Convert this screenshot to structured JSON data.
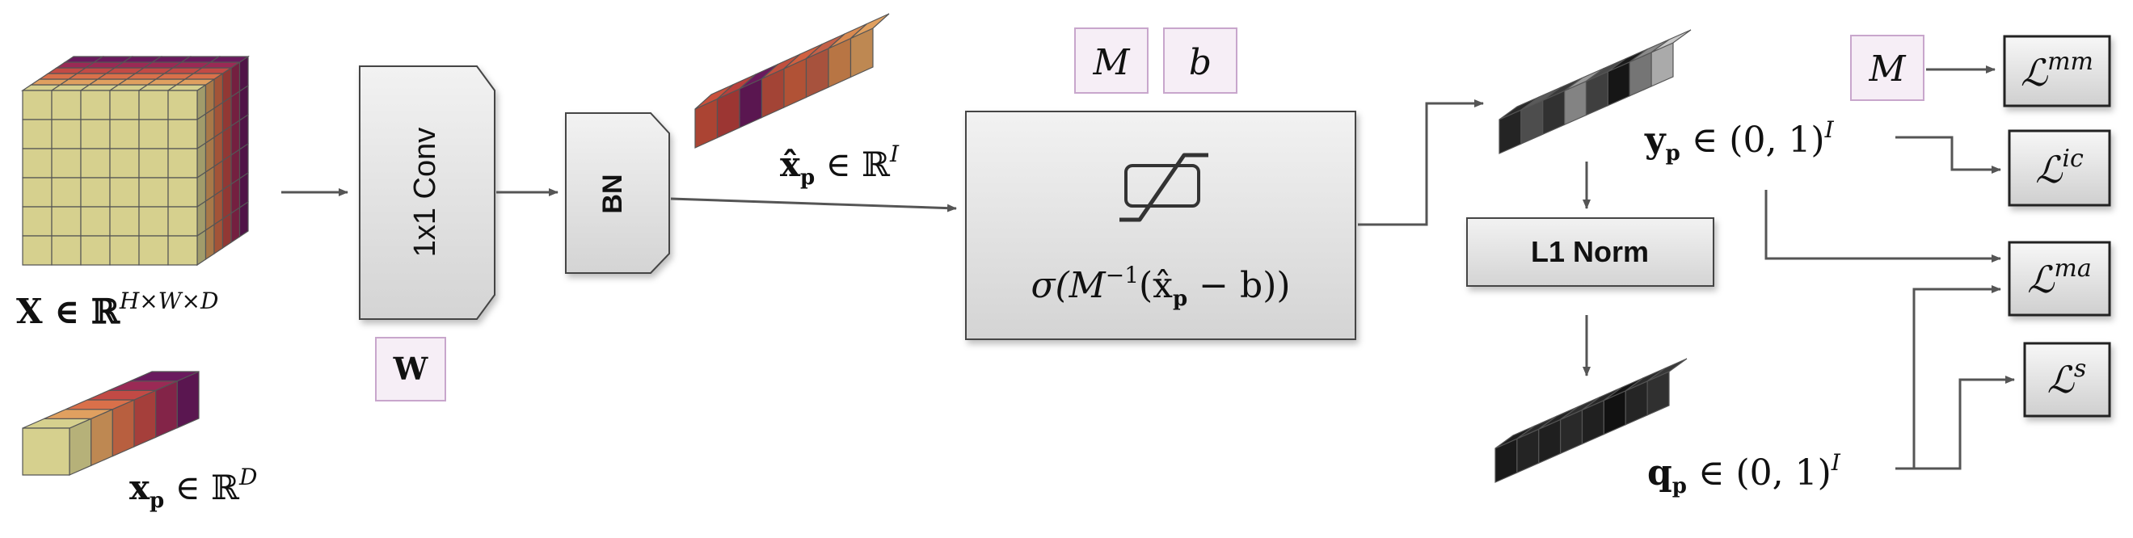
{
  "input_tensor": {
    "label": "X ∈ ℝ",
    "sup": "H×W×D"
  },
  "pixel_vector": {
    "label": "x",
    "sub": "p",
    "rest": " ∈ ℝ",
    "sup": "D"
  },
  "conv": {
    "label": "1x1 Conv"
  },
  "conv_param": {
    "label": "W"
  },
  "bn": {
    "label": "BN"
  },
  "bn_output": {
    "label": "x̂",
    "sub": "p",
    "rest": " ∈ ℝ",
    "sup": "I"
  },
  "params": {
    "m": "M",
    "b": "b"
  },
  "activation": {
    "pre": "σ(M",
    "sup": "−1",
    "mid": "(x̂",
    "sub": "p",
    "post": " − b))"
  },
  "norm": {
    "label": "L1 Norm"
  },
  "y_output": {
    "label": "y",
    "sub": "p",
    "rest": " ∈ (0, 1)",
    "sup": "I"
  },
  "q_output": {
    "label": "q",
    "sub": "p",
    "rest": " ∈ (0, 1)",
    "sup": "I"
  },
  "loss_param": {
    "label": "M"
  },
  "losses": [
    {
      "symbol": "ℒ",
      "sup": "mm"
    },
    {
      "symbol": "ℒ",
      "sup": "ic"
    },
    {
      "symbol": "ℒ",
      "sup": "ma"
    },
    {
      "symbol": "ℒ",
      "sup": "s"
    }
  ],
  "colors": {
    "cube_front": "#d6d08e",
    "heat": [
      "#d6d08e",
      "#e0a060",
      "#d9704a",
      "#c24a45",
      "#9a2a55",
      "#6a1a5e"
    ],
    "param_border": "#c8a6cc",
    "param_fill": "#f6eef6",
    "line": "#555555"
  }
}
